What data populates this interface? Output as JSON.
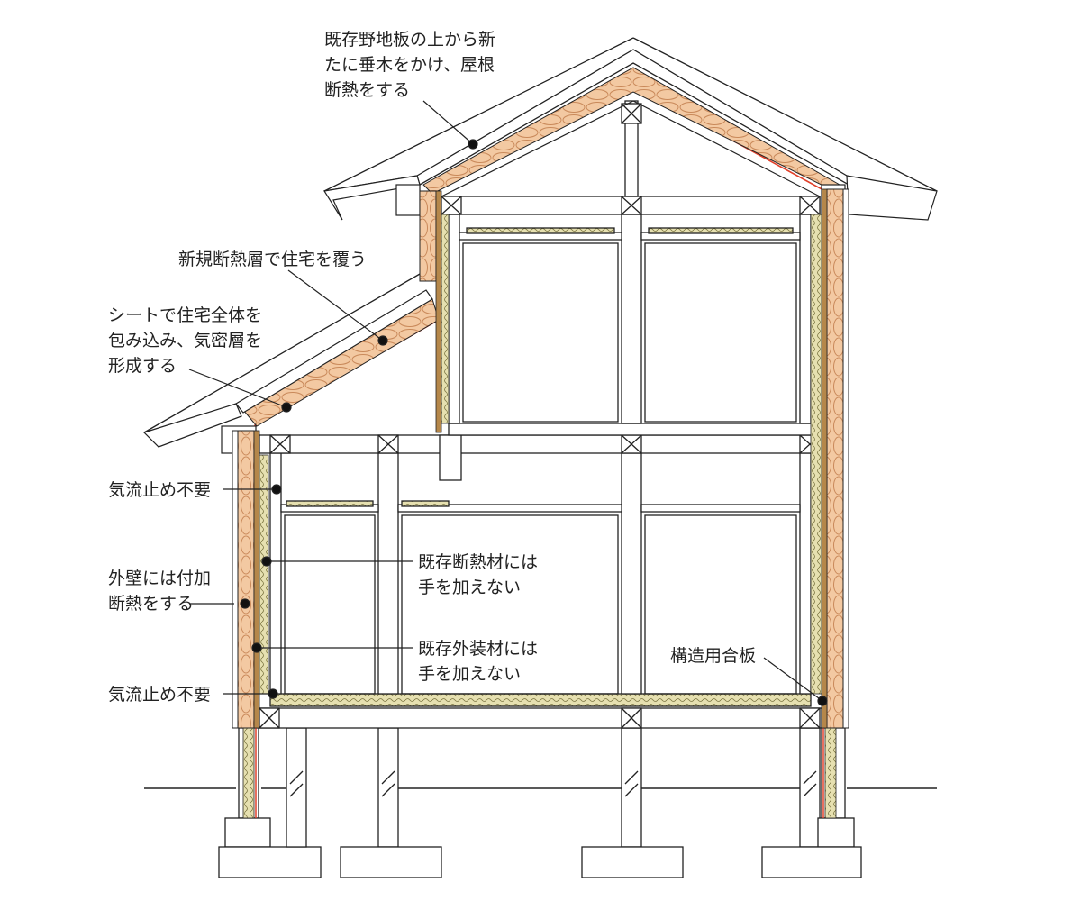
{
  "annotations": {
    "roof_insulation": [
      "既存野地板の上から新",
      "たに垂木をかけ、屋根",
      "断熱をする"
    ],
    "new_insulation_layer": "新規断熱層で住宅を覆う",
    "sheet_airtight": [
      "シートで住宅全体を",
      "包み込み、気密層を",
      "形成する"
    ],
    "airflow_stop_upper": "気流止め不要",
    "exterior_wall": [
      "外壁には付加",
      "断熱をする"
    ],
    "existing_insulation": [
      "既存断熱材には",
      "手を加えない"
    ],
    "existing_cladding": [
      "既存外装材には",
      "手を加えない"
    ],
    "airflow_stop_lower": "気流止め不要",
    "structural_plywood": "構造用合板"
  },
  "colors": {
    "insulation_fill": "#f3c9a2",
    "insulation_stroke": "#c9895a",
    "airtight_sheet": "#e0402a",
    "existing_insulation": "#c8c07a",
    "plywood": "#b5874a",
    "line": "#222222"
  }
}
